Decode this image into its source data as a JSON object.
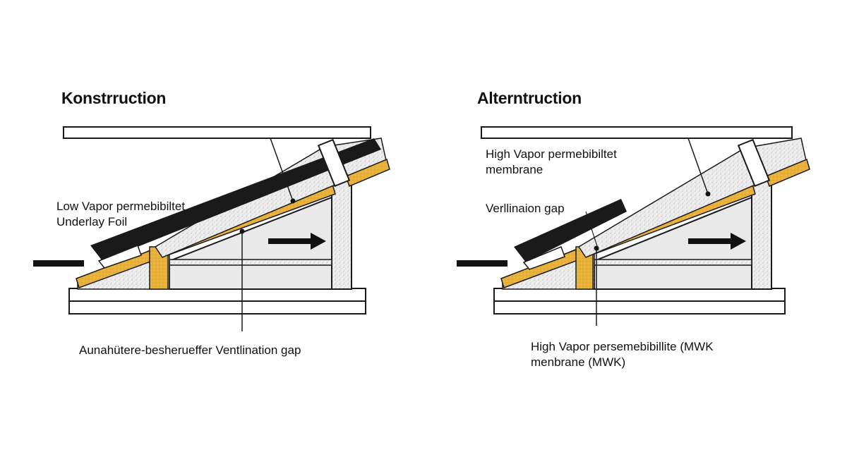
{
  "panels": [
    {
      "title": "Konstrruction",
      "labels": {
        "left_line1": "Low Vapor  permebibiltet",
        "left_line2": "Underlay Foil",
        "bottom": "Aunahütere-besherueffer Ventlination gap"
      }
    },
    {
      "title": "Alterntruction",
      "labels": {
        "top_line1": "High Vapor permebibiltet",
        "top_line2": "membrane",
        "middle": "Verllinaion gap",
        "bottom_line1": "High Vapor persemebibillite (MWK",
        "bottom_line2": "menbrane (MWK)"
      }
    }
  ],
  "colors": {
    "insulation_yellow": "#e8b13a",
    "insulation_speckle": "#e6e6e6",
    "membrane_dark": "#1a1a1a",
    "cavity_grey": "#e9e9e9",
    "outline": "#1a1a1a"
  },
  "icons": [
    "arrow-right-icon",
    "leader-dot-icon"
  ]
}
